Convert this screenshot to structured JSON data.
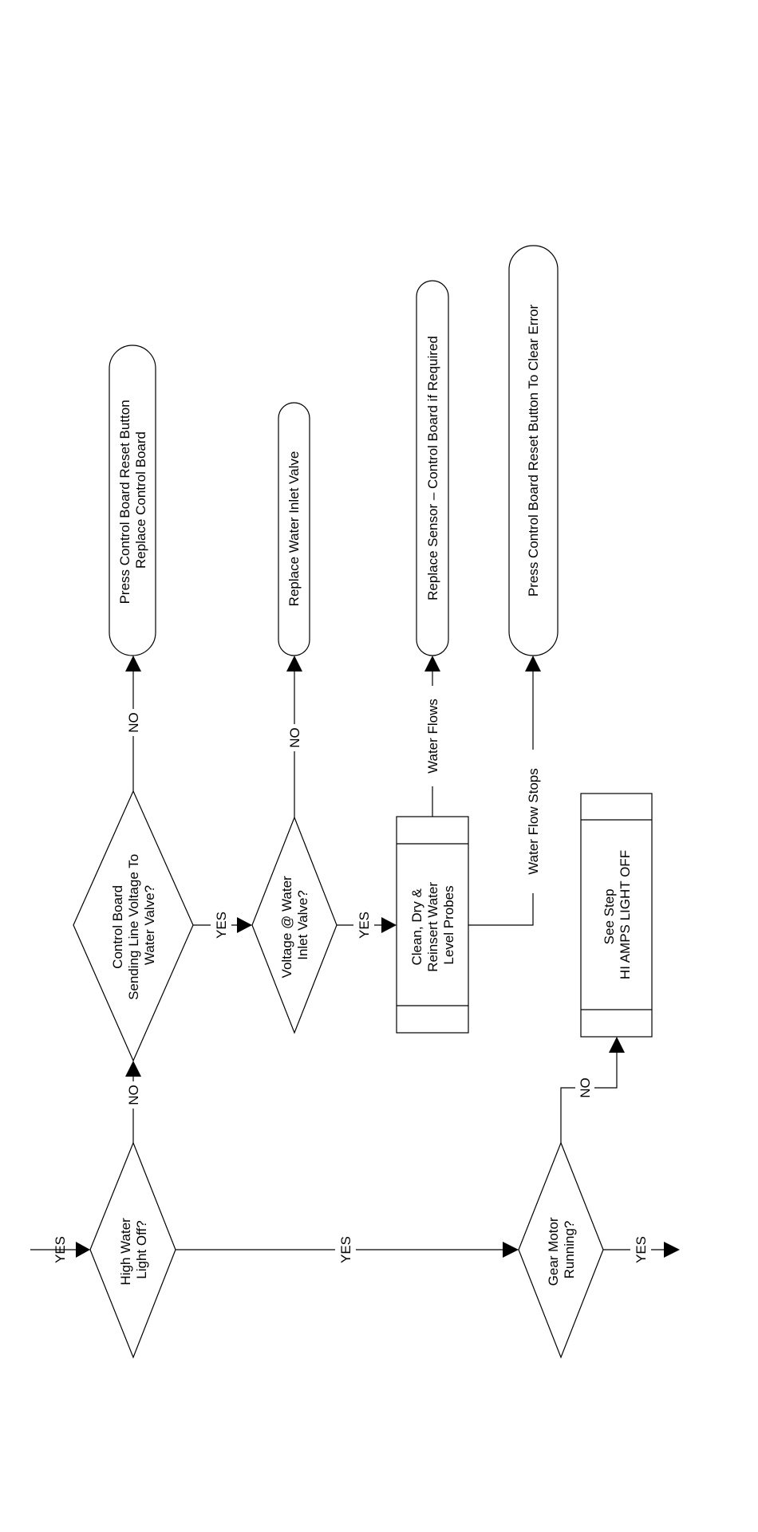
{
  "diagram": {
    "orientation": "rotated-90-ccw",
    "colors": {
      "stroke": "#000000",
      "fill": "#ffffff",
      "text": "#000000"
    },
    "nodes": {
      "high_water": {
        "type": "decision",
        "lines": [
          "High Water",
          "Light Off?"
        ]
      },
      "control_board_voltage": {
        "type": "decision",
        "lines": [
          "Control Board",
          "Sending Line Voltage To",
          "Water Valve?"
        ]
      },
      "voltage_inlet": {
        "type": "decision",
        "lines": [
          "Voltage @ Water",
          "Inlet Valve?"
        ]
      },
      "clean_probes": {
        "type": "process",
        "lines": [
          "Clean, Dry &",
          "Reinsert Water",
          "Level Probes"
        ]
      },
      "gear_motor": {
        "type": "decision",
        "lines": [
          "Gear Motor",
          "Running?"
        ]
      },
      "see_step": {
        "type": "process",
        "lines": [
          "See Step",
          "HI AMPS LIGHT OFF"
        ]
      },
      "replace_control_board": {
        "type": "terminal",
        "lines": [
          "Press Control Board Reset Button",
          "Replace Control Board"
        ]
      },
      "replace_inlet_valve": {
        "type": "terminal",
        "lines": [
          "Replace Water Inlet Valve"
        ]
      },
      "replace_sensor": {
        "type": "terminal",
        "lines": [
          "Replace Sensor – Control Board if Required"
        ]
      },
      "press_reset_clear": {
        "type": "terminal",
        "lines": [
          "Press Control Board Reset Button To Clear Error"
        ]
      }
    },
    "edges": {
      "entry": {
        "from": "",
        "to": "high_water",
        "label": "YES"
      },
      "hw_no": {
        "from": "high_water",
        "to": "control_board_voltage",
        "label": "NO"
      },
      "hw_yes": {
        "from": "high_water",
        "to": "gear_motor",
        "label": "YES"
      },
      "cb_no": {
        "from": "control_board_voltage",
        "to": "replace_control_board",
        "label": "NO"
      },
      "cb_yes": {
        "from": "control_board_voltage",
        "to": "voltage_inlet",
        "label": "YES"
      },
      "vi_no": {
        "from": "voltage_inlet",
        "to": "replace_inlet_valve",
        "label": "NO"
      },
      "vi_yes": {
        "from": "voltage_inlet",
        "to": "clean_probes",
        "label": "YES"
      },
      "cp_flows": {
        "from": "clean_probes",
        "to": "replace_sensor",
        "label": "Water Flows"
      },
      "cp_stops": {
        "from": "clean_probes",
        "to": "press_reset_clear",
        "label": "Water Flow Stops"
      },
      "gm_no": {
        "from": "gear_motor",
        "to": "see_step",
        "label": "NO"
      },
      "gm_yes": {
        "from": "gear_motor",
        "to": "",
        "label": "YES"
      }
    }
  }
}
